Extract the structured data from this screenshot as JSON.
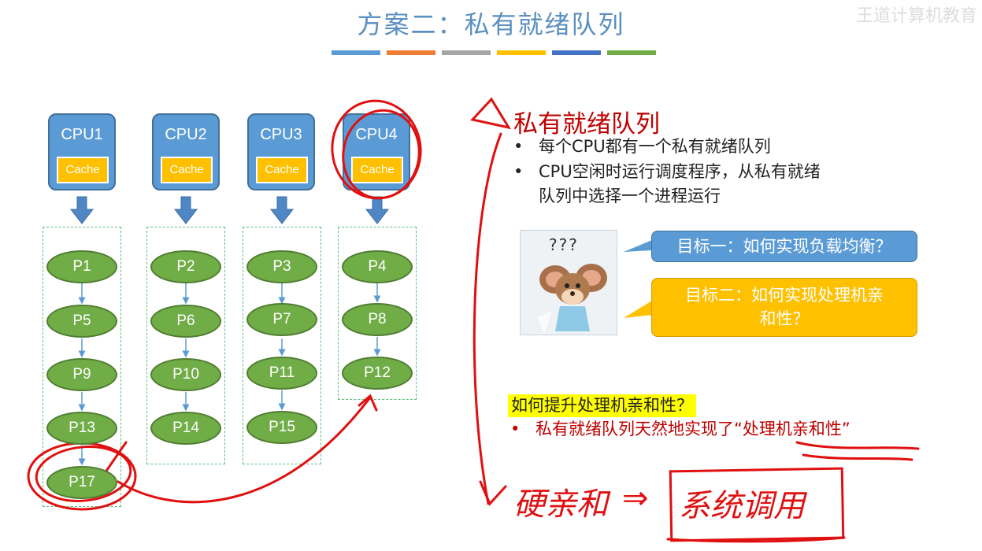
{
  "title": "方案二：私有就绪队列",
  "watermark": "王道计算机教育",
  "color_bars": [
    "#5b9bd5",
    "#ed7d31",
    "#a5a5a5",
    "#ffc000",
    "#4472c4",
    "#70ad47"
  ],
  "cpus": [
    {
      "name": "CPU1",
      "cache": "Cache",
      "queue": [
        "P1",
        "P5",
        "P9",
        "P13",
        "P17"
      ]
    },
    {
      "name": "CPU2",
      "cache": "Cache",
      "queue": [
        "P2",
        "P6",
        "P10",
        "P14"
      ]
    },
    {
      "name": "CPU3",
      "cache": "Cache",
      "queue": [
        "P3",
        "P7",
        "P11",
        "P15"
      ]
    },
    {
      "name": "CPU4",
      "cache": "Cache",
      "queue": [
        "P4",
        "P8",
        "P12"
      ]
    }
  ],
  "section_title": "私有就绪队列",
  "bullets": [
    "每个CPU都有一个私有就绪队列",
    "CPU空闲时运行调度程序，从私有就绪",
    "队列中选择一个进程运行"
  ],
  "image_caption": "???",
  "goal1": "目标一：如何实现负载均衡？",
  "goal2_line1": "目标二：如何实现处理机亲",
  "goal2_line2": "和性？",
  "question": "如何提升处理机亲和性？",
  "answer": "私有就绪队列天然地实现了“处理机亲和性”",
  "handwriting": {
    "left": "硬亲和",
    "arrow": "⇒",
    "right": "系统调用"
  }
}
